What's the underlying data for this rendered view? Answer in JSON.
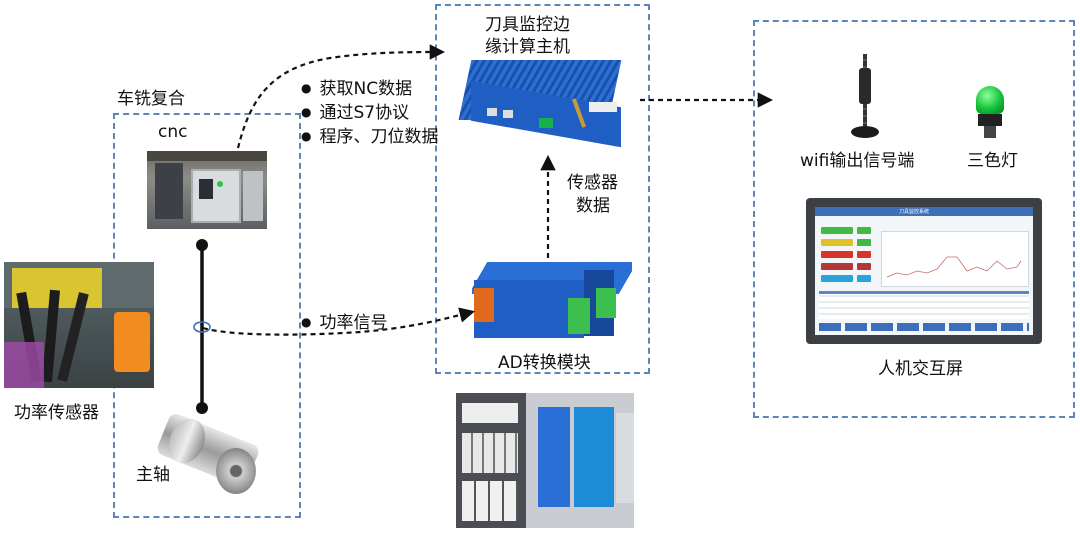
{
  "labels": {
    "turn_mill": "车铣复合",
    "cnc": "cnc",
    "edge_host": [
      "刀具监控边",
      "缘计算主机"
    ],
    "bullets_top": [
      "获取NC数据",
      "通过S7协议",
      "程序、刀位数据"
    ],
    "power_signal": "功率信号",
    "sensor_data": [
      "传感器",
      "数据"
    ],
    "ad_module": "AD转换模块",
    "wifi": "wifi输出信号端",
    "tricolor": "三色灯",
    "hmi": "人机交互屏",
    "power_sensor": "功率传感器",
    "spindle": "主轴"
  },
  "screen": {
    "title": "刀具监控系统"
  },
  "colors": {
    "box_border": "#5a86b8",
    "device_blue": "#1f5fc4",
    "light_green": "#12c23a",
    "power_sensor_wire": "#f28c1e"
  }
}
